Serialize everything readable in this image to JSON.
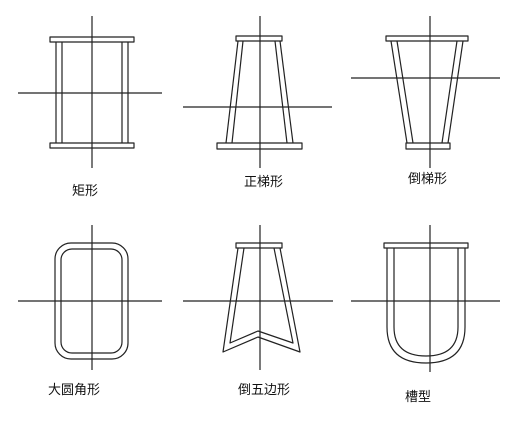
{
  "shapes": [
    {
      "label": "矩形"
    },
    {
      "label": "正梯形"
    },
    {
      "label": "倒梯形"
    },
    {
      "label": "大圆角形"
    },
    {
      "label": "倒五边形"
    },
    {
      "label": "槽型"
    }
  ],
  "colors": {
    "stroke": "#222222",
    "background": "#ffffff",
    "text": "#111111"
  }
}
